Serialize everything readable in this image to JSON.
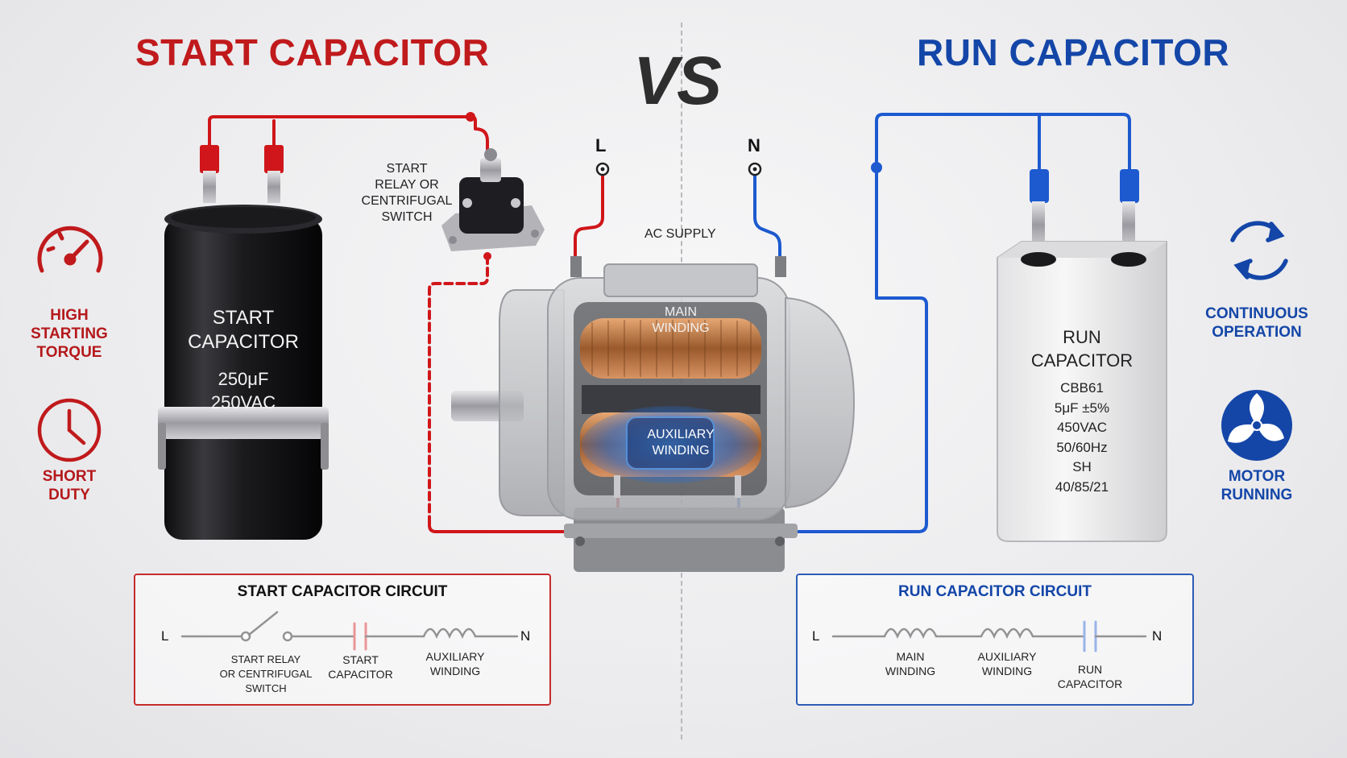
{
  "titles": {
    "start": "START CAPACITOR",
    "vs": "VS",
    "run": "RUN CAPACITOR"
  },
  "left_features": [
    {
      "icon": "gauge-icon",
      "label_line1": "HIGH",
      "label_line2": "STARTING",
      "label_line3": "TORQUE"
    },
    {
      "icon": "clock-icon",
      "label_line1": "SHORT",
      "label_line2": "DUTY"
    }
  ],
  "right_features": [
    {
      "icon": "cycle-arrows-icon",
      "label_line1": "CONTINUOUS",
      "label_line2": "OPERATION"
    },
    {
      "icon": "fan-icon",
      "label_line1": "MOTOR",
      "label_line2": "RUNNING"
    }
  ],
  "start_capacitor": {
    "line1": "START",
    "line2": "CAPACITOR",
    "capacitance": "250μF",
    "voltage": "250VAC"
  },
  "run_capacitor": {
    "line1": "RUN",
    "line2": "CAPACITOR",
    "model": "CBB61",
    "capacitance": "5μF ±5%",
    "voltage": "450VAC",
    "frequency": "50/60Hz",
    "type": "SH",
    "climate": "40/85/21"
  },
  "relay": {
    "line1": "START",
    "line2": "RELAY OR",
    "line3": "CENTRIFUGAL",
    "line4": "SWITCH"
  },
  "supply": {
    "line_terminal": "L",
    "neutral_terminal": "N",
    "label": "AC SUPPLY"
  },
  "motor": {
    "main_winding_line1": "MAIN",
    "main_winding_line2": "WINDING",
    "aux_winding_line1": "AUXILIARY",
    "aux_winding_line2": "WINDING"
  },
  "start_circuit": {
    "title": "START CAPACITOR CIRCUIT",
    "left_terminal": "L",
    "right_terminal": "N",
    "switch_label_line1": "START RELAY",
    "switch_label_line2": "OR CENTRIFUGAL SWITCH",
    "cap_label_line1": "START",
    "cap_label_line2": "CAPACITOR",
    "winding_label_line1": "AUXILIARY",
    "winding_label_line2": "WINDING"
  },
  "run_circuit": {
    "title": "RUN CAPACITOR CIRCUIT",
    "left_terminal": "L",
    "right_terminal": "N",
    "main_label_line1": "MAIN",
    "main_label_line2": "WINDING",
    "aux_label_line1": "AUXILIARY",
    "aux_label_line2": "WINDING",
    "cap_label_line1": "RUN",
    "cap_label_line2": "CAPACITOR"
  },
  "colors": {
    "start_red": "#c01a1c",
    "run_blue": "#1446a8",
    "wire_red": "#d0161a",
    "wire_blue": "#1d5ad0"
  }
}
